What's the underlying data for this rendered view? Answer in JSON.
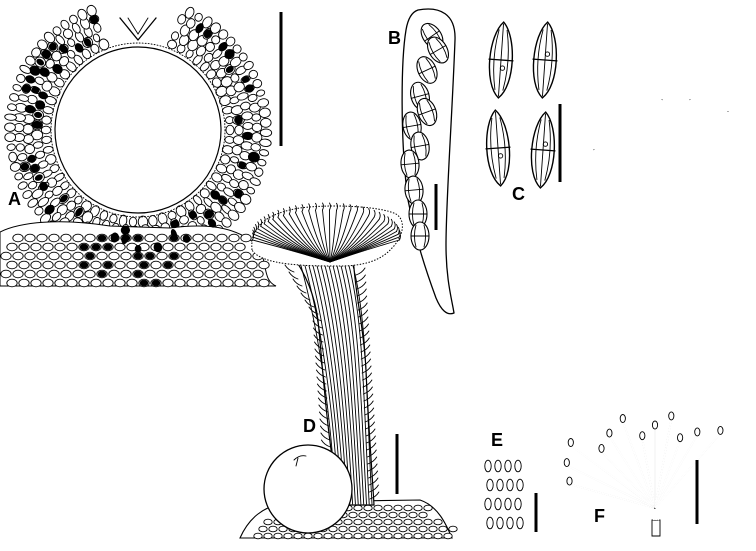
{
  "panels": {
    "a": {
      "label": "A"
    },
    "b": {
      "label": "B"
    },
    "c": {
      "label": "C"
    },
    "d": {
      "label": "D"
    },
    "e": {
      "label": "E"
    },
    "f": {
      "label": "F"
    }
  }
}
